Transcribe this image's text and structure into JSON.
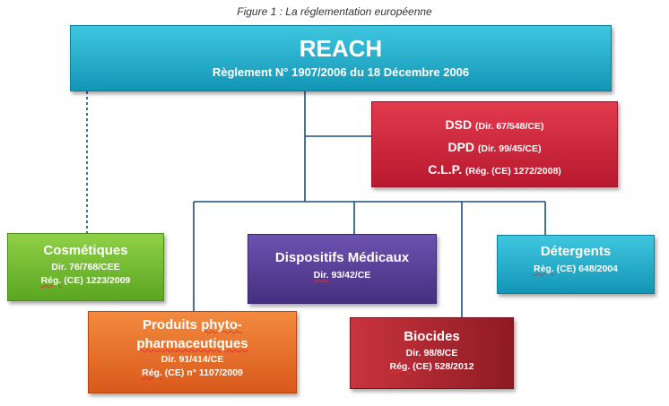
{
  "caption": "Figure 1 : La réglementation européenne",
  "reach": {
    "title": "REACH",
    "subtitle": "Règlement N° 1907/2006 du 18 Décembre 2006"
  },
  "dsd_box": {
    "rows": [
      {
        "name": "DSD",
        "ref": "(Dir. 67/548/CE)"
      },
      {
        "name": "DPD",
        "ref": "(Dir. 99/45/CE)"
      },
      {
        "name": "C.L.P.",
        "ref": "(Rég. (CE) 1272/2008)"
      }
    ]
  },
  "cosmetiques": {
    "title": "Cosmétiques",
    "line1": "Dir. 76/768/CEE",
    "line2_prefix": "Rég.",
    "line2_rest": " (CE) 1223/2009"
  },
  "dispositifs": {
    "title": "Dispositifs Médicaux",
    "line1_prefix": "Dir.",
    "line1_rest": " 93/42/CE"
  },
  "detergents": {
    "title": "Détergents",
    "line1_prefix": "Règ.",
    "line1_rest": " (CE) 648/2004"
  },
  "phyto": {
    "title_line1_a": "Produits ",
    "title_line1_b": "phyto-",
    "title_line2": "pharmaceutiques",
    "line1": "Dir.  91/414/CE",
    "line2_prefix": "Rég.",
    "line2_rest": " (CE) n° 1107/2009"
  },
  "biocides": {
    "title": "Biocides",
    "line1": "Dir. 98/8/CE",
    "line2_prefix": "Rég.",
    "line2_rest": " (CE) 528/2012"
  },
  "colors": {
    "reach": "#1fa8c7",
    "dsd": "#c8223a",
    "cosmetiques": "#72b933",
    "dispositifs": "#553a96",
    "detergents": "#1fa8c7",
    "phyto": "#e8702b",
    "biocides": "#a9252e",
    "connector": "#1d4e7a"
  }
}
